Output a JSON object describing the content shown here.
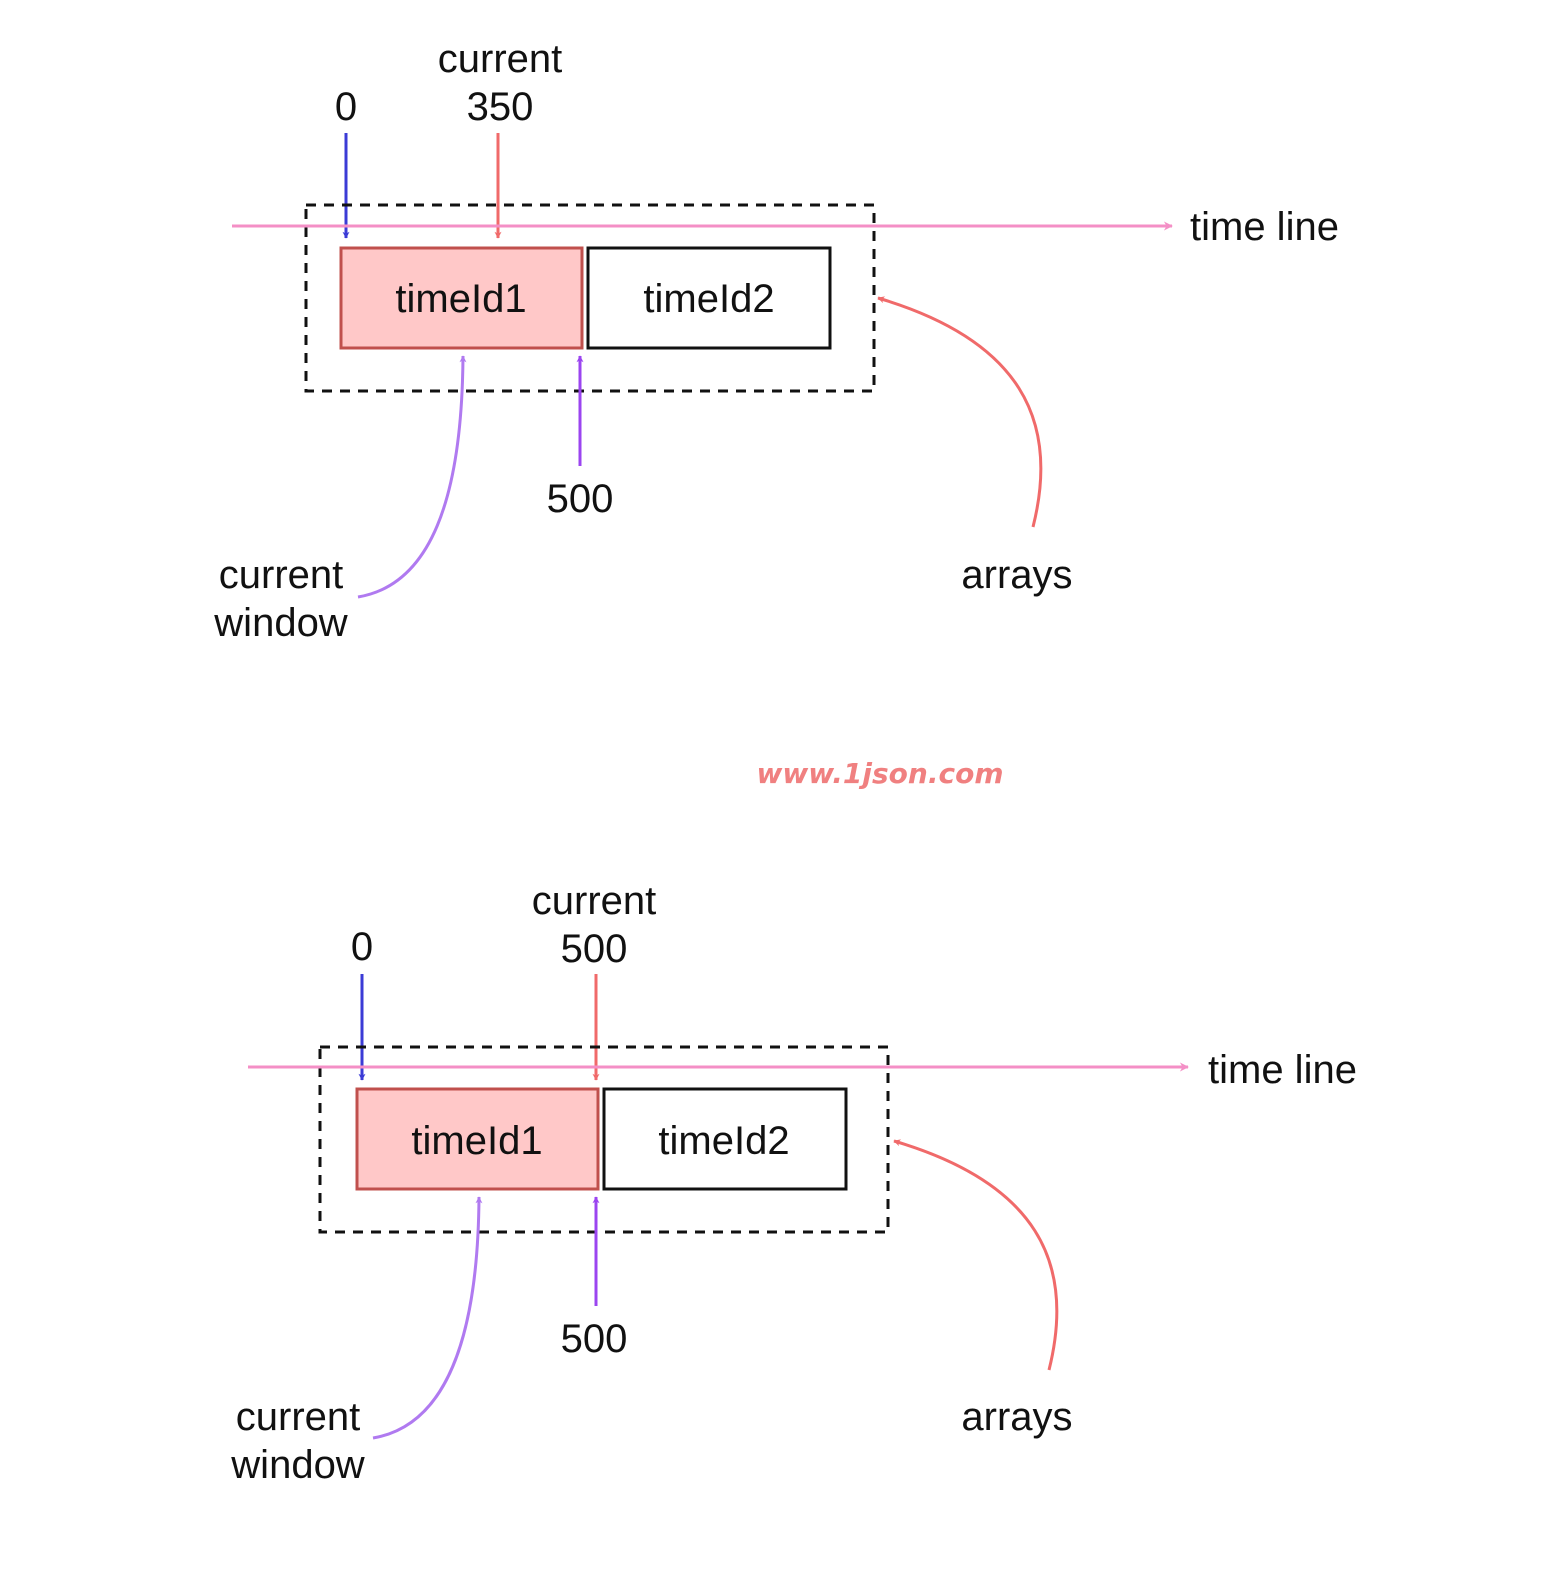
{
  "colors": {
    "timeline": "#f48fc6",
    "zero_arrow": "#3b3bd6",
    "current_arrow": "#f06a6a",
    "window_arrow": "#b07af0",
    "boundary_arrow": "#9b45f0",
    "arrays_arrow": "#f06a6a",
    "window_fill": "#ffc8c8",
    "window_border": "#c0504d",
    "watermark": "#f08080"
  },
  "watermark": "www.1json.com",
  "panels": [
    {
      "zero_label": "0",
      "current_word": "current",
      "current_value": "350",
      "timeline_label": "time line",
      "box1_label": "timeId1",
      "box2_label": "timeId2",
      "boundary_label": "500",
      "window_label_line1": "current",
      "window_label_line2": "window",
      "arrays_label": "arrays"
    },
    {
      "zero_label": "0",
      "current_word": "current",
      "current_value": "500",
      "timeline_label": "time line",
      "box1_label": "timeId1",
      "box2_label": "timeId2",
      "boundary_label": "500",
      "window_label_line1": "current",
      "window_label_line2": "window",
      "arrays_label": "arrays"
    }
  ]
}
